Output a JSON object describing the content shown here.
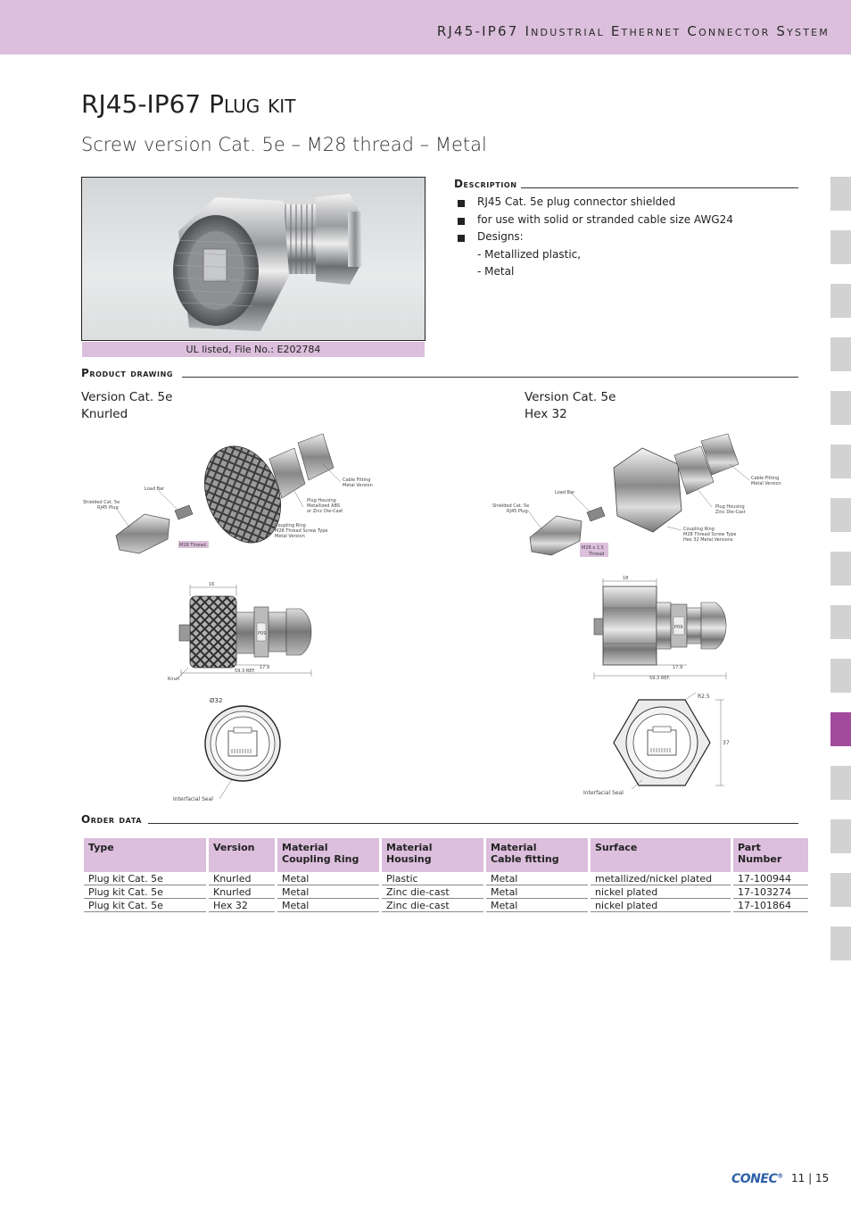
{
  "header": {
    "title": "RJ45-IP67 Industrial Ethernet Connector System"
  },
  "page": {
    "title": "RJ45-IP67 Plug kit",
    "subtitle": "Screw version Cat. 5e – M28 thread – Metal"
  },
  "photo": {
    "caption": "UL listed, File No.: E202784"
  },
  "description": {
    "heading": "Description",
    "items": [
      "RJ45 Cat. 5e plug connector shielded",
      "for use with solid or stranded cable size AWG24",
      "Designs:"
    ],
    "sub_items": [
      "- Metallized plastic,",
      "- Metal"
    ]
  },
  "product_drawing": {
    "heading": "Product drawing",
    "left": {
      "line1": "Version Cat. 5e",
      "line2": "Knurled",
      "labels": {
        "load_bar": "Load Bar",
        "shielded": "Shielded Cat. 5e",
        "rj45": "RJ45 Plug",
        "m28": "M28 Thread",
        "cable_fitting": "Cable Fitting",
        "metal_version": "Metal Version",
        "plug_housing": "Plug Housing",
        "metallized": "Metallized ABS",
        "zinc": "or Zinc Die-Cast",
        "coupling": "Coupling Ring",
        "m28_screw": "M28 Thread Screw Type",
        "metal_version2": "Metal Version",
        "dim_16": "16",
        "dim_179": "17.9",
        "dim_593": "59.3 REF.",
        "knurl": "Knurl",
        "p09": "P09",
        "dia32": "Ø32",
        "seal": "Interfacial Seal"
      }
    },
    "right": {
      "line1": "Version Cat. 5e",
      "line2": "Hex 32",
      "labels": {
        "load_bar": "Load Bar",
        "shielded": "Shielded Cat. 5e",
        "rj45": "RJ45 Plug",
        "m28a": "M28 x 1.5",
        "m28b": "Thread",
        "cable_fitting": "Cable Fitting",
        "metal_version": "Metal Version",
        "plug_housing": "Plug Housing",
        "zinc": "Zinc Die-Cast",
        "coupling": "Coupling Ring",
        "m28_screw": "M28 Thread Screw Type",
        "hex_metal": "Hex 32 Metal Versions",
        "dim_18": "18",
        "dim_179": "17.9",
        "dim_593": "59.3 REF.",
        "p09": "P09",
        "r25": "R2.5",
        "dim_37": "37",
        "seal": "Interfacial Seal"
      }
    }
  },
  "order_data": {
    "heading": "Order data",
    "columns": [
      {
        "line1": "Type",
        "line2": ""
      },
      {
        "line1": "Version",
        "line2": ""
      },
      {
        "line1": "Material",
        "line2": "Coupling Ring"
      },
      {
        "line1": "Material",
        "line2": "Housing"
      },
      {
        "line1": "Material",
        "line2": "Cable fitting"
      },
      {
        "line1": "Surface",
        "line2": ""
      },
      {
        "line1": "Part Number",
        "line2": ""
      }
    ],
    "rows": [
      [
        "Plug kit Cat. 5e",
        "Knurled",
        "Metal",
        "Plastic",
        "Metal",
        "metallized/nickel plated",
        "17-100944"
      ],
      [
        "Plug kit Cat. 5e",
        "Knurled",
        "Metal",
        "Zinc die-cast",
        "Metal",
        "nickel plated",
        "17-103274"
      ],
      [
        "Plug kit Cat. 5e",
        "Hex 32",
        "Metal",
        "Zinc die-cast",
        "Metal",
        "nickel plated",
        "17-101864"
      ]
    ]
  },
  "side_tabs": {
    "count": 15,
    "active_index": 10,
    "color": "#a24a9c"
  },
  "colors": {
    "accent_band": "#dcbfdc",
    "active_tab": "#a24a9c",
    "inactive_tab": "#d2d2d2"
  },
  "footer": {
    "brand": "CONEC",
    "registered": "®",
    "page": "11 | 15"
  }
}
